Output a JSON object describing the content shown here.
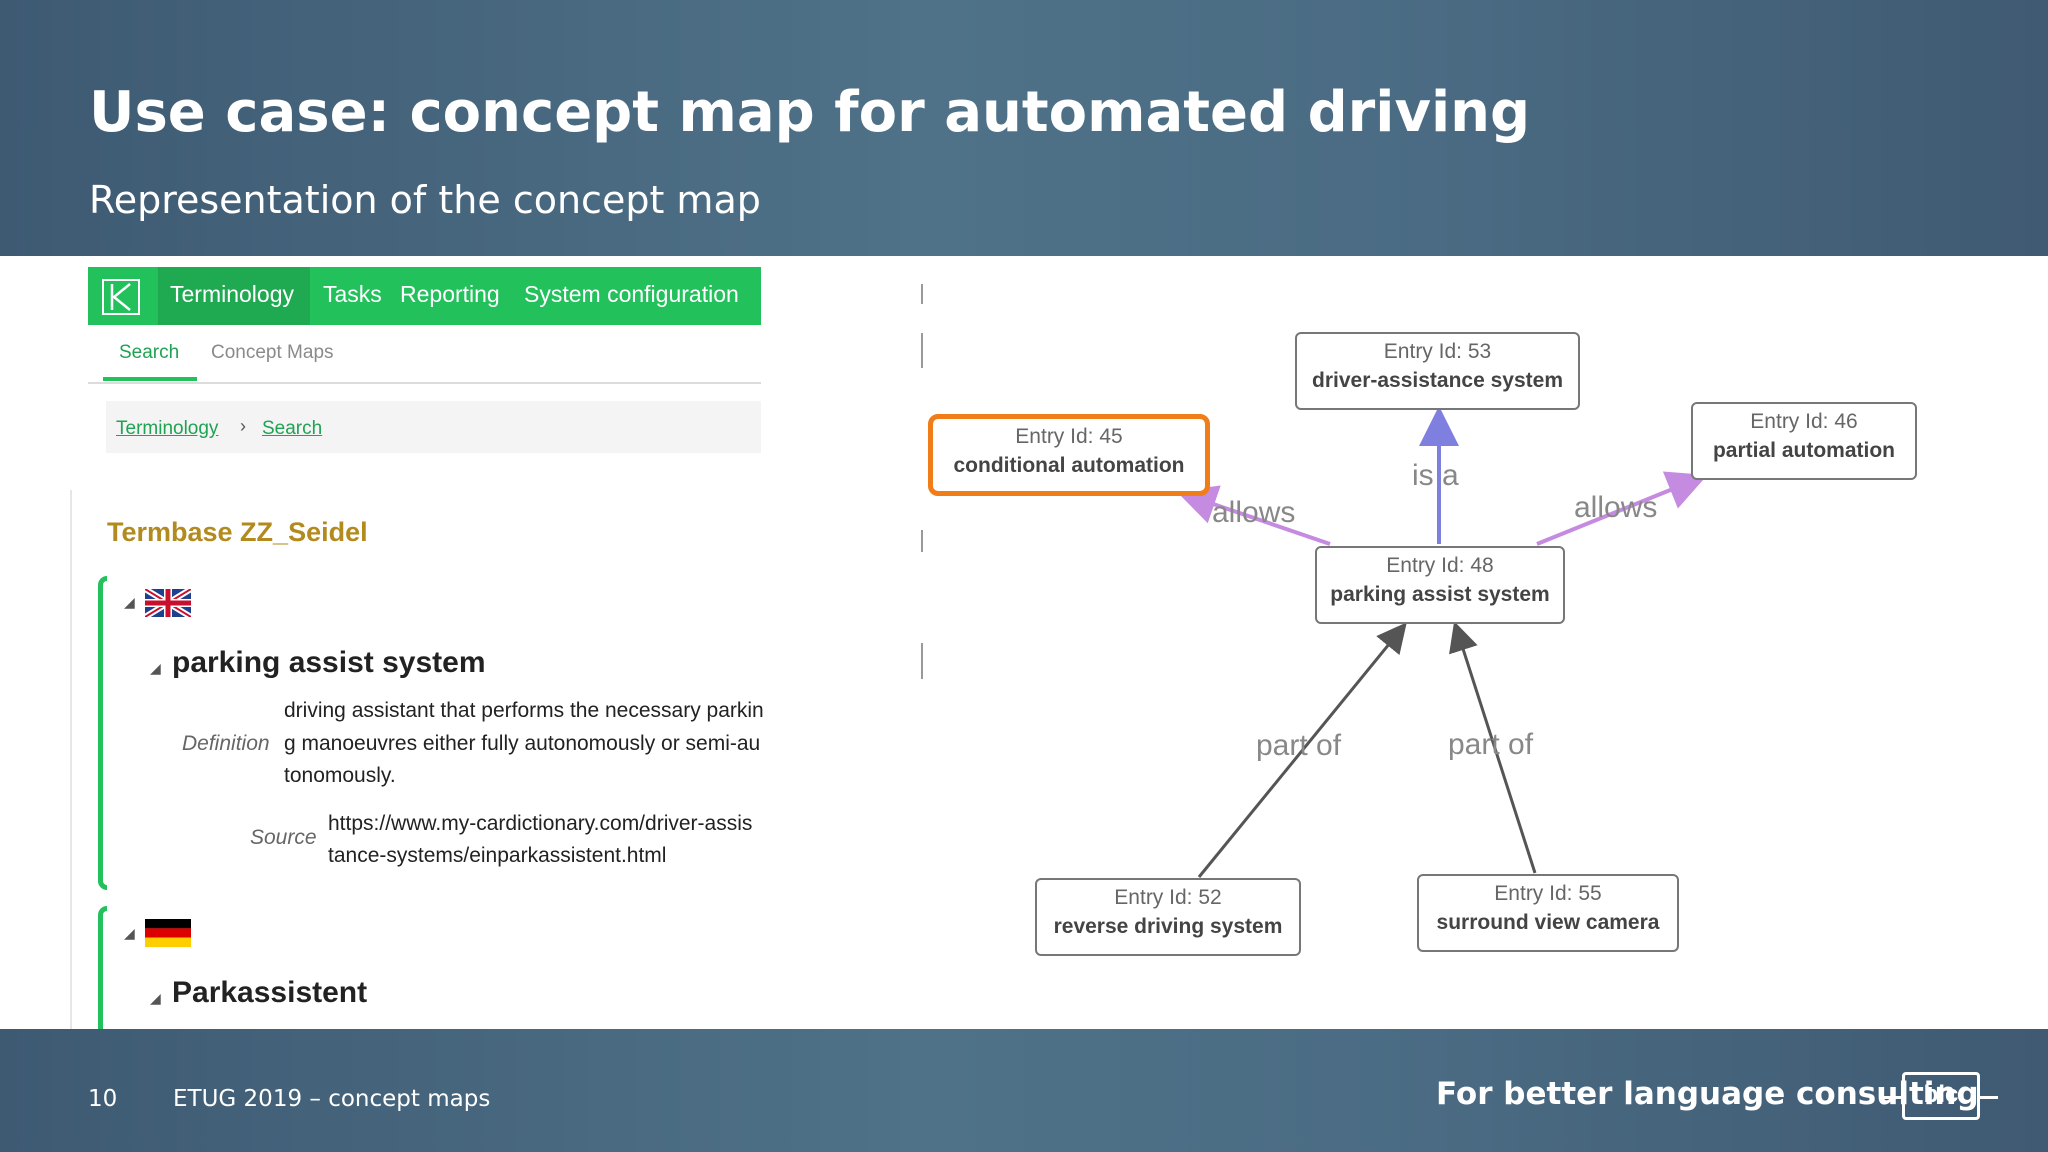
{
  "slide": {
    "title": "Use case: concept map for automated driving",
    "subtitle": "Representation of the concept map"
  },
  "footer": {
    "page_number": "10",
    "text": "ETUG 2019 – concept maps",
    "tagline": "For better language consulting",
    "logo_text": "blc"
  },
  "app": {
    "nav": [
      "Terminology",
      "Tasks",
      "Reporting",
      "System configuration"
    ],
    "active_nav": "Terminology",
    "subtabs": [
      "Search",
      "Concept Maps"
    ],
    "active_subtab": "Search",
    "breadcrumb": [
      "Terminology",
      "Search"
    ],
    "termbase": "Termbase ZZ_Seidel",
    "entries": [
      {
        "language_flag": "uk-flag-icon",
        "term": "parking assist system",
        "definition_label": "Definition",
        "definition_lines": [
          "driving assistant that performs the necessary parkin",
          "g manoeuvres either fully autonomously or semi-au",
          "tonomously."
        ],
        "source_label": "Source",
        "source_lines": [
          "https://www.my-cardictionary.com/driver-assis",
          "tance-systems/einparkassistent.html"
        ]
      },
      {
        "language_flag": "germany-flag-icon",
        "term": "Parkassistent"
      }
    ]
  },
  "concept_map": {
    "nodes": [
      {
        "id": "Entry Id: 53",
        "label": "driver-assistance system"
      },
      {
        "id": "Entry Id: 45",
        "label": "conditional automation",
        "highlighted": true
      },
      {
        "id": "Entry Id: 46",
        "label": "partial automation"
      },
      {
        "id": "Entry Id: 48",
        "label": "parking assist system"
      },
      {
        "id": "Entry Id: 52",
        "label": "reverse driving system"
      },
      {
        "id": "Entry Id: 55",
        "label": "surround view camera"
      }
    ],
    "edges": [
      {
        "from": "Entry Id: 48",
        "to": "Entry Id: 45",
        "label": "allows",
        "color": "#c58be0"
      },
      {
        "from": "Entry Id: 48",
        "to": "Entry Id: 53",
        "label": "is a",
        "color": "#7f7fe0"
      },
      {
        "from": "Entry Id: 48",
        "to": "Entry Id: 46",
        "label": "allows",
        "color": "#c58be0"
      },
      {
        "from": "Entry Id: 52",
        "to": "Entry Id: 48",
        "label": "part of",
        "color": "#555555"
      },
      {
        "from": "Entry Id: 55",
        "to": "Entry Id: 48",
        "label": "part of",
        "color": "#555555"
      }
    ],
    "highlight_color": "#f07d18"
  }
}
